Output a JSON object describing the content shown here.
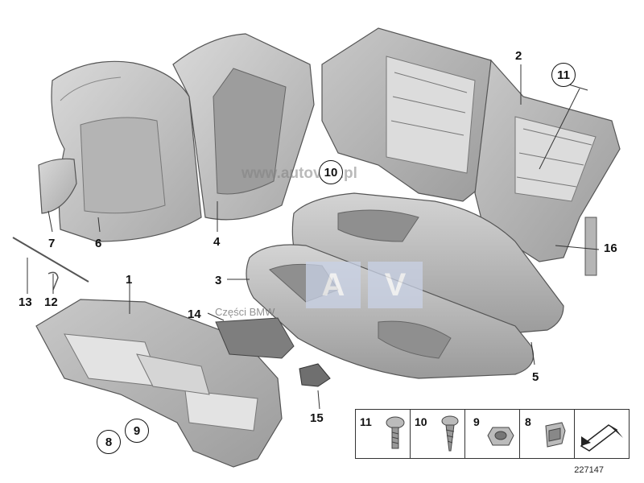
{
  "diagram": {
    "callouts": {
      "p1": "1",
      "p2": "2",
      "p3": "3",
      "p4": "4",
      "p5": "5",
      "p6": "6",
      "p7": "7",
      "p12": "12",
      "p13": "13",
      "p14": "14",
      "p15": "15",
      "p16": "16"
    },
    "circled": {
      "c8": "8",
      "c9": "9",
      "c10": "10",
      "c11": "11"
    },
    "legend": [
      {
        "number": "11",
        "icon": "screw-icon"
      },
      {
        "number": "10",
        "icon": "self-tapping-screw-icon"
      },
      {
        "number": "9",
        "icon": "hex-nut-icon"
      },
      {
        "number": "8",
        "icon": "clip-nut-icon"
      },
      {
        "number": "",
        "icon": "direction-arrow-icon"
      }
    ],
    "document_number": "227147",
    "watermarks": {
      "site": "www.autovoll.pl",
      "logo_a": "A",
      "logo_v": "V",
      "parts": "Części BMW"
    },
    "colors": {
      "part_fill": "#cfcfcf",
      "part_dark": "#8a8a8a",
      "part_light": "#e6e6e6",
      "outline": "#555555",
      "frame": "#b8b8b8",
      "logo_box": "#c9d2e6"
    }
  }
}
